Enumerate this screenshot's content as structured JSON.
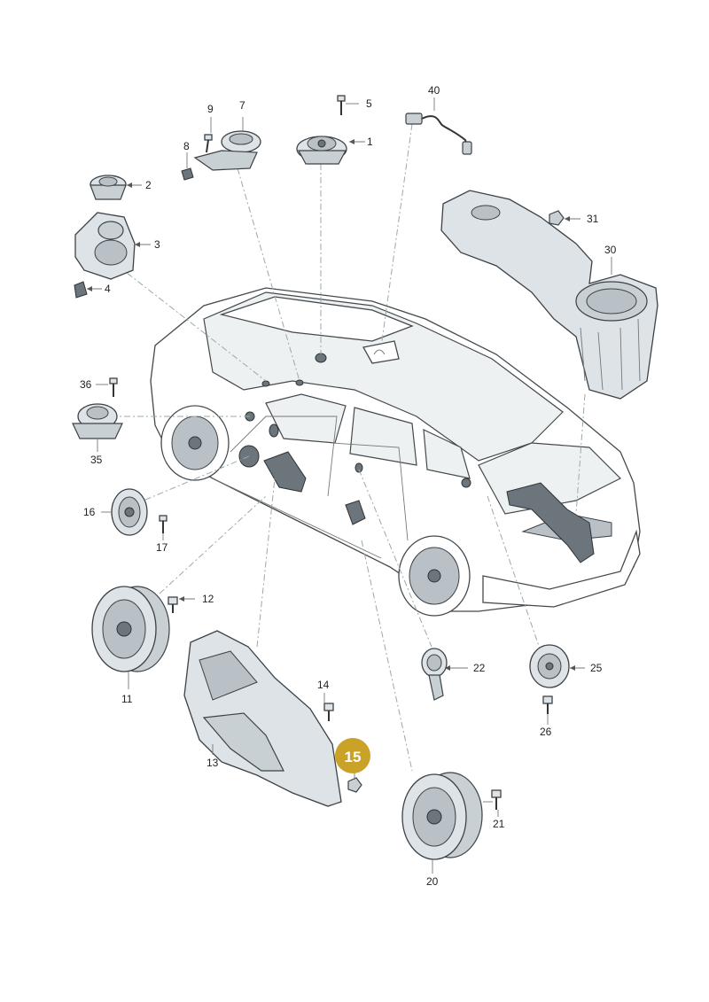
{
  "callouts": {
    "c1": "1",
    "c2": "2",
    "c3": "3",
    "c4": "4",
    "c5": "5",
    "c7": "7",
    "c8": "8",
    "c9": "9",
    "c11": "11",
    "c12": "12",
    "c13": "13",
    "c14": "14",
    "c16": "16",
    "c17": "17",
    "c20": "20",
    "c21": "21",
    "c22": "22",
    "c25": "25",
    "c26": "26",
    "c30": "30",
    "c31": "31",
    "c35": "35",
    "c36": "36",
    "c40": "40"
  },
  "highlight": {
    "label": "15",
    "color": "#c9a227"
  }
}
